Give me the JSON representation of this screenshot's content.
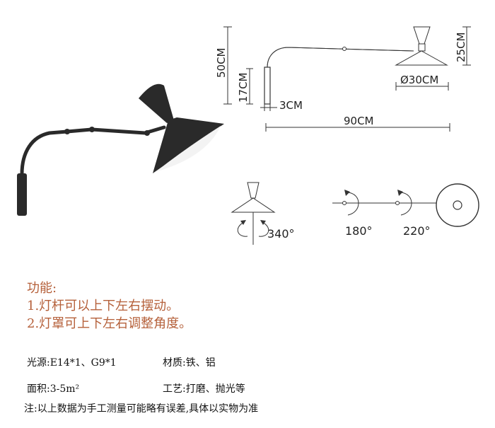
{
  "dimensions": {
    "total_height": "50CM",
    "base_height": "17CM",
    "base_width": "3CM",
    "arm_length": "90CM",
    "shade_height": "25CM",
    "shade_diameter": "Ø30CM"
  },
  "rotation": {
    "shade": "340°",
    "arm_joint": "180°",
    "arm_end": "220°"
  },
  "features": {
    "title": "功能:",
    "item1": "1.灯杆可以上下左右摆动。",
    "item2": "2.灯罩可上下左右调整角度。"
  },
  "specs": {
    "light_source": "光源:E14*1、G9*1",
    "material": "材质:铁、铝",
    "area": "面积:3-5m²",
    "craft": "工艺:打磨、抛光等"
  },
  "note": "注:以上数据为手工测量可能略有误差,具体以实物为准",
  "colors": {
    "feature_text": "#b5603a",
    "lamp": "#222222"
  }
}
